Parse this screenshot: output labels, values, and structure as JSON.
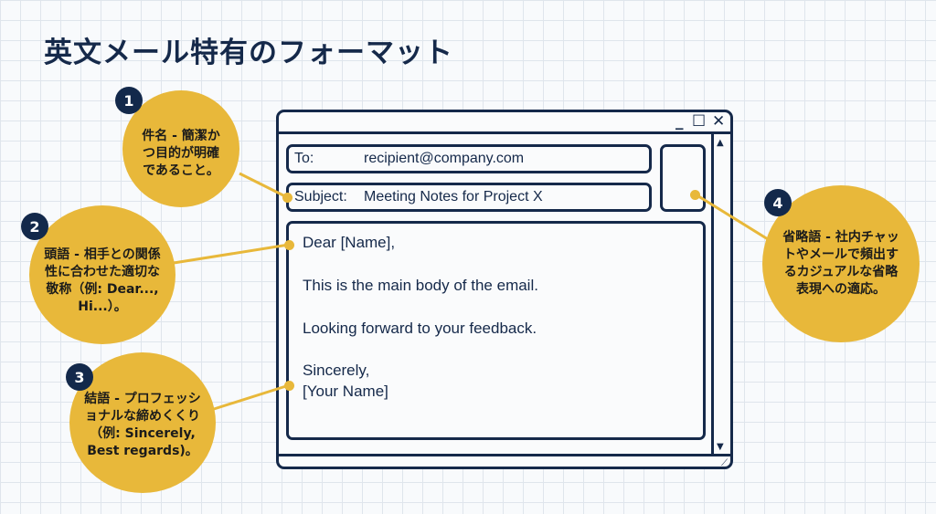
{
  "title": "英文メール特有のフォーマット",
  "window": {
    "controls": {
      "minimize": "_",
      "maximize": "☐",
      "close": "✕"
    },
    "to_label": "To:",
    "to_value": "recipient@company.com",
    "subject_label": "Subject:",
    "subject_value": "Meeting Notes for Project X",
    "body": {
      "greeting": "Dear [Name],",
      "main": "This is the main body of the email.",
      "closing_line": "Looking forward to your feedback.",
      "signoff": "Sincerely,",
      "signature": "[Your Name]"
    }
  },
  "callouts": [
    {
      "number": "1",
      "text": "件名 - 簡潔かつ目的が明確であること。"
    },
    {
      "number": "2",
      "text": "頭語 - 相手との関係性に合わせた適切な敬称（例: Dear..., Hi...）。"
    },
    {
      "number": "3",
      "text": "結語 - プロフェッショナルな締めくくり（例: Sincerely, Best regards)。"
    },
    {
      "number": "4",
      "text": "省略語 - 社内チャットやメールで頻出するカジュアルな省略表現への適応。"
    }
  ],
  "colors": {
    "accent": "#e8b83a",
    "navy": "#13294b"
  }
}
